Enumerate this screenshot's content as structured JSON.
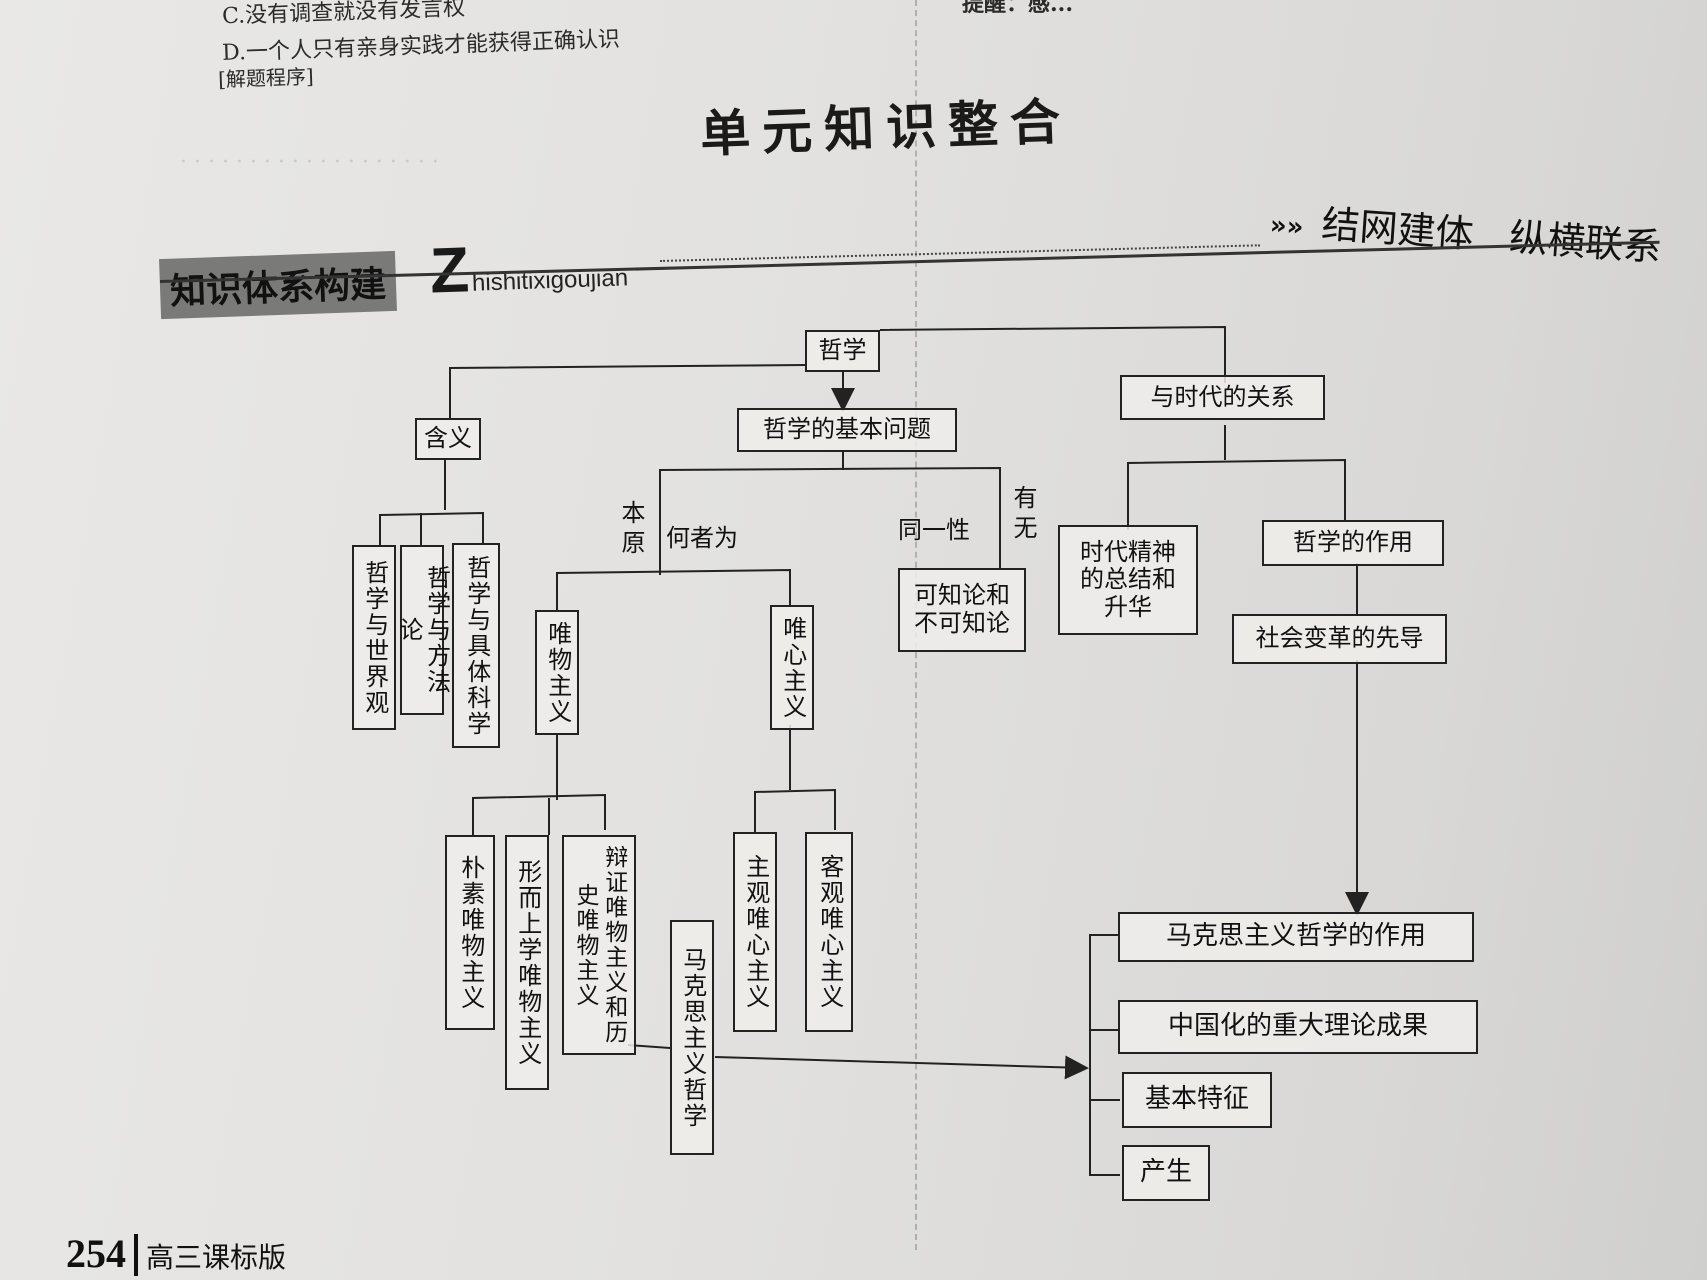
{
  "top_lines": {
    "option_c": "C.没有调查就没有发言权",
    "option_d": "D.一个人只有亲身实践才能获得正确认识",
    "procedure": "[解题程序]",
    "reminder": "提醒：感..."
  },
  "section_title": "单元知识整合",
  "banner": {
    "label": "知识体系构建",
    "z_letter": "Z",
    "pinyin": "hishitixigoujian",
    "arrows": "»»",
    "slogan_1": "结网建体",
    "slogan_2": "纵横联系"
  },
  "map": {
    "root": "哲学",
    "meaning": "含义",
    "meaning_items": [
      "哲学与世界观",
      "哲学与方法论",
      "哲学与具体科学"
    ],
    "basic_question": "哲学的基本问题",
    "edge_benyuan": "本原",
    "edge_hezhewei": "何者为",
    "edge_tongyixing": "同一性",
    "edge_youwu": "有无",
    "materialism": "唯物主义",
    "idealism": "唯心主义",
    "knowability": "可知论和不可知论",
    "materialism_forms": [
      "朴素唯物主义",
      "形而上学唯物主义",
      "辩证唯物主义和历史唯物主义"
    ],
    "marxist_philosophy": "马克思主义哲学",
    "idealism_forms": [
      "主观唯心主义",
      "客观唯心主义"
    ],
    "relation_times": "与时代的关系",
    "spirit_of_times": "时代精神的总结和升华",
    "role_philosophy": "哲学的作用",
    "social_pioneer": "社会变革的先导",
    "marxism_role": "马克思主义哲学的作用",
    "sinicized": "中国化的重大理论成果",
    "basic_features": "基本特征",
    "emergence": "产生"
  },
  "footer": {
    "page_number": "254",
    "edition": "高三课标版"
  }
}
